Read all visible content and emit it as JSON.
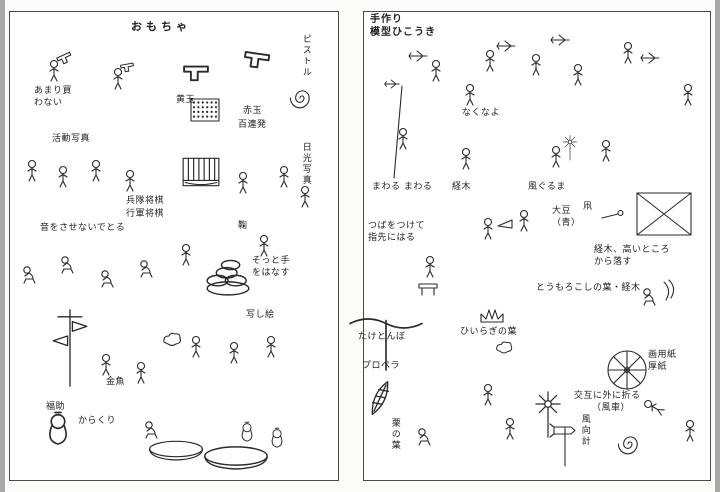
{
  "colors": {
    "paper": "#ffffff",
    "ink": "#2a2a2a",
    "panel_border": "#4a4a4a",
    "scan_bg": "#a8a8a8"
  },
  "pages": {
    "left": {
      "title": "おもちゃ",
      "labels": {
        "buy_note": "あまり買\nわない",
        "pistol": "ピストル",
        "yellow_ball": "黄玉",
        "red_ball": "赤玉",
        "hundred_shots": "百連発",
        "moving_pictures": "活動写真",
        "sunlight_photo": "日光写真",
        "soldier_shogi": "兵隊将棋",
        "march_shogi": "行軍将棋",
        "silent_take": "音をさせないでとる",
        "mari": "鞠",
        "gently_release": "そっと手\nをはなす",
        "utsushie": "写し絵",
        "goldfish": "金魚",
        "karakuri": "からくり",
        "fukusuke": "福助"
      }
    },
    "right": {
      "title": "手作り\n模型ひこうき",
      "labels": {
        "dont_cry": "なくなよ",
        "spin_spin": "まわる まわる",
        "kyougi": "経木",
        "pinwheel": "風ぐるま",
        "kite": "凧",
        "soybean": "大豆\n（青）",
        "drop_from_high": "経木、高いところ\nから落す",
        "spit_fingertip": "つばをつけて\n指先にはる",
        "corn_leaf": "とうもろこしの葉・経木",
        "holly_leaf": "ひいらぎの葉",
        "taketonbo": "たけとんぼ",
        "propeller": "プロペラ",
        "paper_cardboard": "画用紙\n厚紙",
        "fold_alternately": "交互に外に折る",
        "fold_alternately_sub": "（風車）",
        "wind_vane": "風向計",
        "chestnut_leaf": "栗の葉"
      }
    }
  },
  "illustrations": {
    "left": [
      "child-figure",
      "crouching-child-figure",
      "toy-pistol-illustration",
      "cap-sheet-illustration",
      "spiral-toy-illustration",
      "film-viewer-illustration",
      "beanbag-pile-illustration",
      "hand-shadow-illustration",
      "karakuri-stand-illustration",
      "doll-illustration",
      "tub-illustration"
    ],
    "right": [
      "paper-plane-illustration",
      "pole-illustration",
      "kite-illustration",
      "soybean-illustration",
      "pinwheel-illustration",
      "spoked-wheel-illustration",
      "holly-leaves-illustration",
      "bamboo-dragonfly-illustration",
      "wind-vane-illustration",
      "chestnut-leaf-illustration",
      "spiral-toy-illustration",
      "leaf-strips-illustration",
      "stool-illustration",
      "paper-horn-illustration"
    ]
  }
}
